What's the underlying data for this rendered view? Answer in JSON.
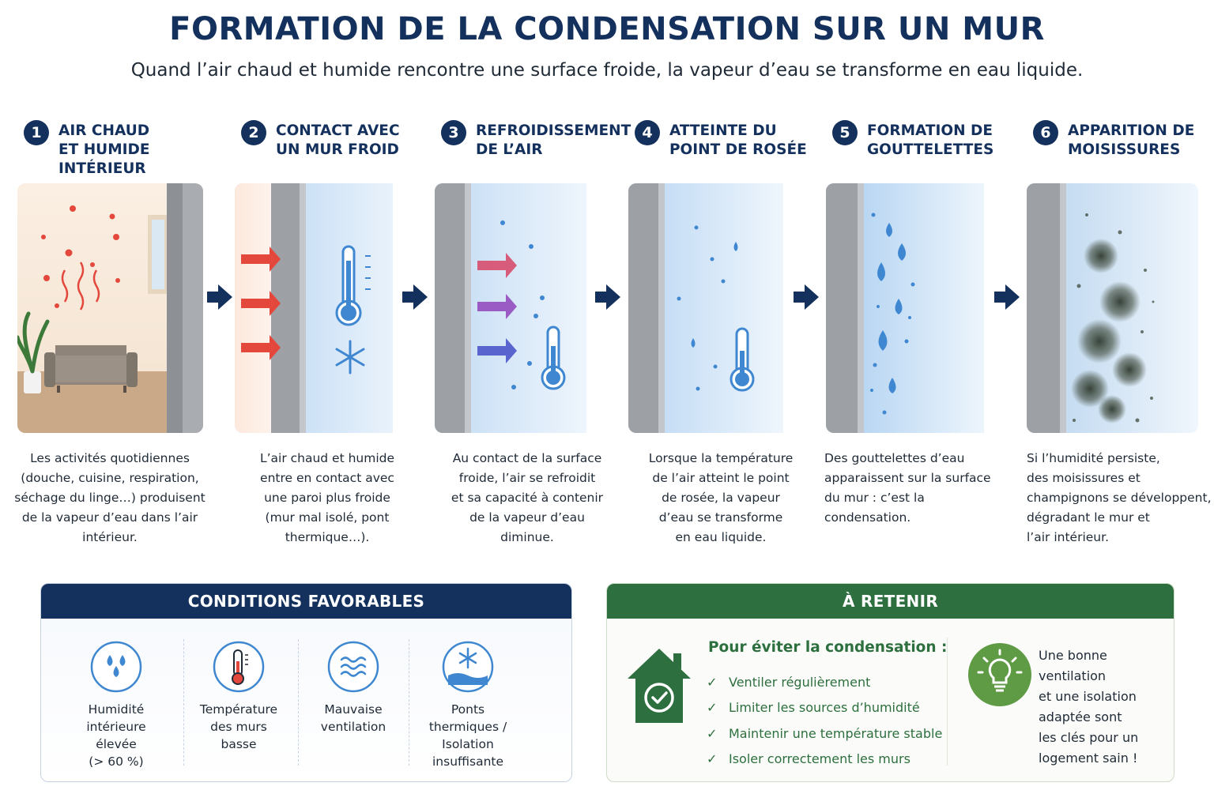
{
  "title": "FORMATION DE LA CONDENSATION SUR UN MUR",
  "subtitle": "Quand l’air chaud et humide rencontre une surface froide, la vapeur d’eau se transforme en eau liquide.",
  "steps": [
    {
      "number": "1",
      "title": "AIR CHAUD\nET HUMIDE\nINTÉRIEUR",
      "description": "Les activités quotidiennes\n(douche, cuisine, respiration,\nséchage du linge…) produisent\nde la vapeur d’eau dans l’air\nintérieur."
    },
    {
      "number": "2",
      "title": "CONTACT AVEC\nUN MUR FROID",
      "description": "L’air chaud et humide\nentre en contact avec\nune paroi plus froide\n(mur mal isolé, pont\nthermique…)."
    },
    {
      "number": "3",
      "title": "REFROIDISSEMENT\nDE L’AIR",
      "description": "Au contact de la surface\nfroide, l’air se refroidit\net sa capacité à contenir\nde la vapeur d’eau\ndiminue."
    },
    {
      "number": "4",
      "title": "ATTEINTE DU\nPOINT DE ROSÉE",
      "description": "Lorsque la température\nde l’air atteint le point\nde rosée, la vapeur\nd’eau se transforme\nen eau liquide."
    },
    {
      "number": "5",
      "title": "FORMATION DE\nGOUTTELETTES",
      "description": "Des gouttelettes d’eau\napparaissent sur la surface\ndu mur : c’est la\ncondensation."
    },
    {
      "number": "6",
      "title": "APPARITION DE\nMOISISSURES",
      "description": "Si l’humidité persiste,\ndes moisissures et\nchampignons se développent,\ndégradant le mur et\nl’air intérieur."
    }
  ],
  "conditions": {
    "header": "CONDITIONS FAVORABLES",
    "items": [
      {
        "icon": "water-drops-icon",
        "label": "Humidité intérieure\nélevée\n(> 60 %)"
      },
      {
        "icon": "thermometer-icon",
        "label": "Température\ndes murs\nbasse"
      },
      {
        "icon": "air-waves-icon",
        "label": "Mauvaise\nventilation"
      },
      {
        "icon": "snowflake-bridge-icon",
        "label": "Ponts\nthermiques /\nIsolation\ninsuffisante"
      }
    ]
  },
  "retenir": {
    "header": "À RETENIR",
    "title": "Pour éviter la condensation :",
    "checkmark": "✓",
    "items": [
      "Ventiler régulièrement",
      "Limiter les sources d’humidité",
      "Maintenir une température stable",
      "Isoler correctement les murs"
    ],
    "note": "Une bonne ventilation\net une isolation\nadaptée sont\nles clés pour un\nlogement sain !"
  },
  "colors": {
    "navy": "#14305c",
    "green": "#2d6f3e",
    "light_green": "#5f9a45",
    "icon_blue": "#3f88d1",
    "warm_red": "#e4473b"
  }
}
